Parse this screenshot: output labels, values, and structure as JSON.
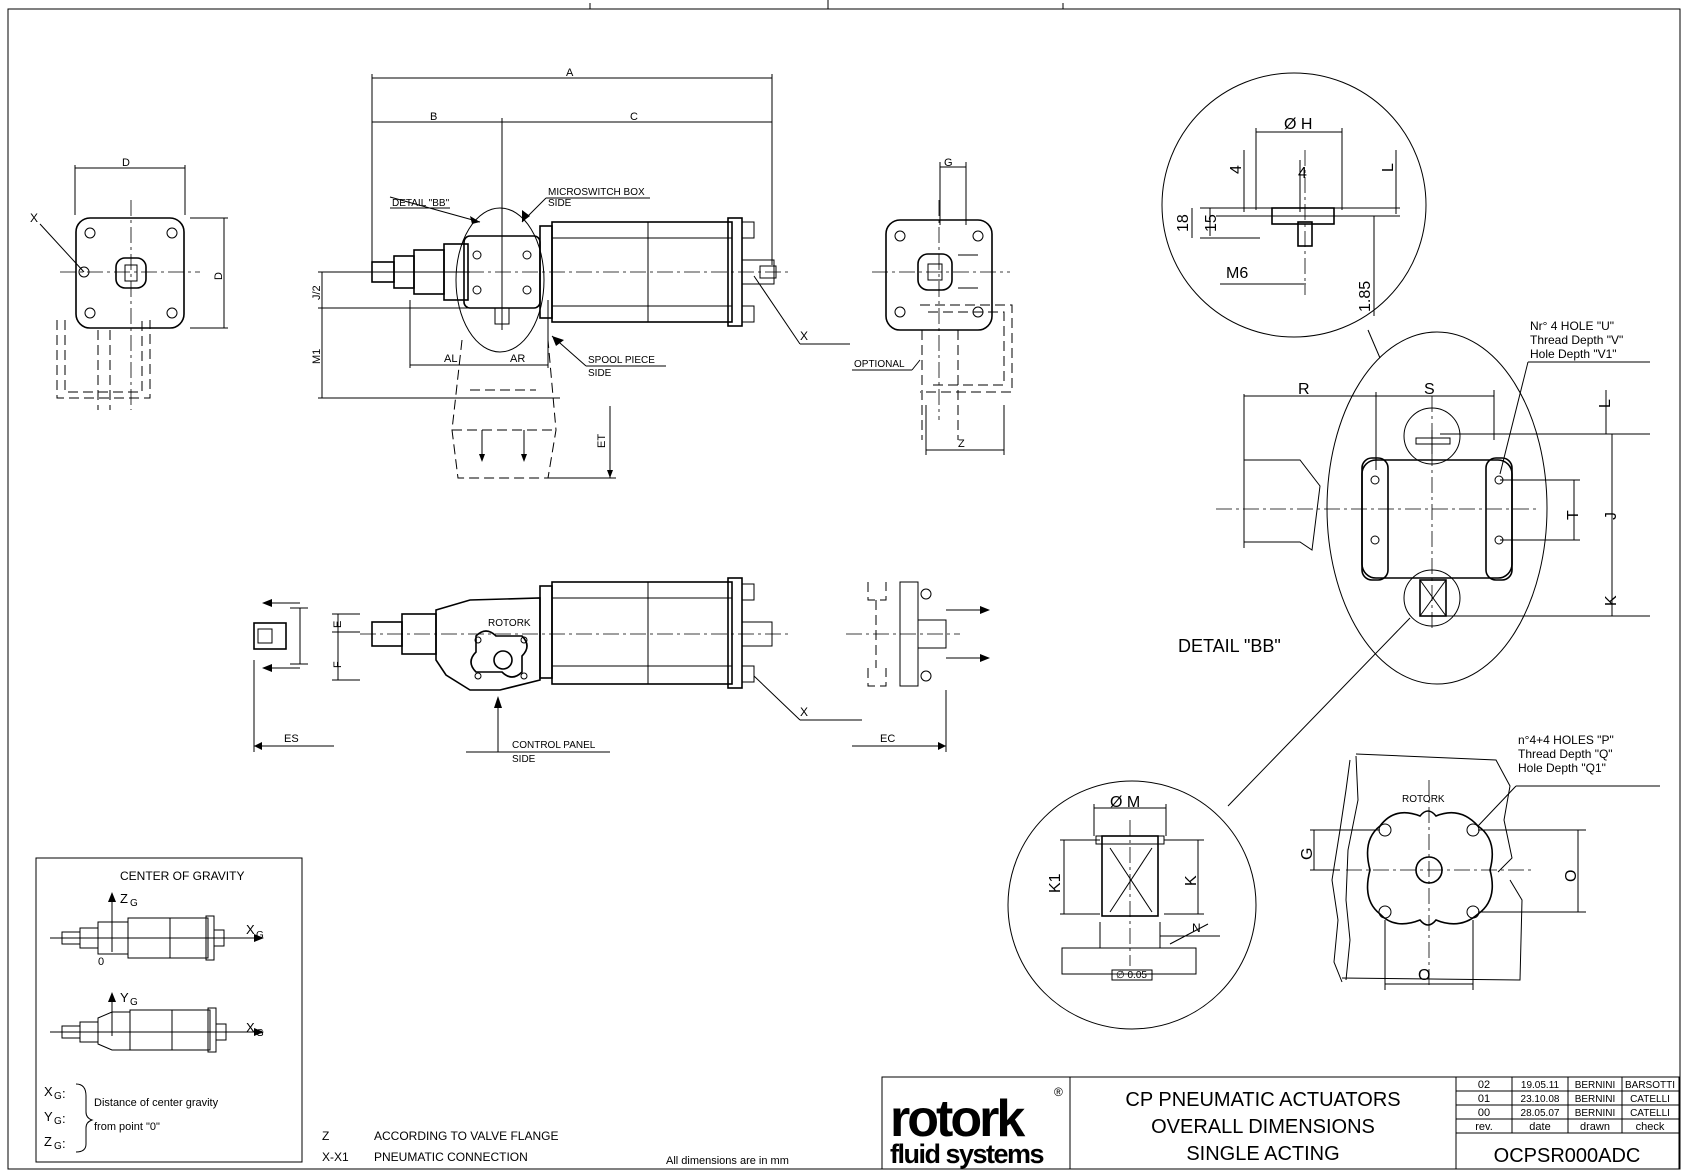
{
  "dim_labels": {
    "A": "A",
    "B": "B",
    "C": "C",
    "D": "D",
    "G": "G",
    "J2": "J/2",
    "M1": "M1",
    "AL": "AL",
    "AR": "AR",
    "ET": "ET",
    "Z": "Z",
    "X": "X",
    "E": "E",
    "F": "F",
    "ES": "ES",
    "EC": "EC",
    "optional": "OPTIONAL",
    "detail_bb_ref": "DETAIL \"BB\"",
    "microswitch": "MICROSWITCH BOX",
    "microswitch2": "SIDE",
    "spool": "SPOOL PIECE",
    "spool2": "SIDE",
    "control_panel": "CONTROL PANEL",
    "control_panel2": "SIDE",
    "rotork_mark": "ROTORK"
  },
  "detail_top": {
    "phi_h": "Ø H",
    "four": "4",
    "four_tol": "4",
    "L": "L",
    "d18": "18",
    "d15": "15",
    "m6": "M6",
    "d185": "1.85"
  },
  "detail_bb": {
    "title": "DETAIL \"BB\"",
    "R": "R",
    "S": "S",
    "L": "L",
    "T": "T",
    "J": "J",
    "K": "K",
    "hole_u": [
      "Nr° 4 HOLE \"U\"",
      "Thread Depth  \"V\"",
      "Hole Depth \"V1\""
    ]
  },
  "detail_bottom": {
    "phi_m": "Ø M",
    "K1": "K1",
    "K": "K",
    "N": "N",
    "tol": "∅ 0.05"
  },
  "flange": {
    "holes": [
      "n°4+4 HOLES \"P\"",
      "Thread Depth  \"Q\"",
      "Hole Depth \"Q1\""
    ],
    "brand": "ROTORK",
    "G": "G",
    "O": "O",
    "O_side": "O"
  },
  "cog": {
    "title": "CENTER OF GRAVITY",
    "z": "Z",
    "y": "Y",
    "x": "X",
    "sub": "G",
    "zero": "0",
    "xg": "X",
    "yg": "Y",
    "zg": "Z",
    "colon": ":",
    "desc1": "Distance of center gravity",
    "desc2": "from point \"0\""
  },
  "notes": [
    {
      "code": "Z",
      "text": "ACCORDING TO VALVE FLANGE"
    },
    {
      "code": "X-X1",
      "text": "PNEUMATIC CONNECTION"
    }
  ],
  "units_note": "All dimensions are in mm",
  "title_block": {
    "logo_top": "rotork",
    "logo_reg": "®",
    "logo_bottom": "fluid systems",
    "title": [
      "CP PNEUMATIC ACTUATORS",
      "OVERALL DIMENSIONS",
      "SINGLE ACTING"
    ],
    "revisions": [
      {
        "rev": "02",
        "date": "19.05.11",
        "drawn": "BERNINI",
        "check": "BARSOTTI"
      },
      {
        "rev": "01",
        "date": "23.10.08",
        "drawn": "BERNINI",
        "check": "CATELLI"
      },
      {
        "rev": "00",
        "date": "28.05.07",
        "drawn": "BERNINI",
        "check": "CATELLI"
      }
    ],
    "rev_header": {
      "rev": "rev.",
      "date": "date",
      "drawn": "drawn",
      "check": "check"
    },
    "drawing_number": "OCPSR000ADC"
  }
}
